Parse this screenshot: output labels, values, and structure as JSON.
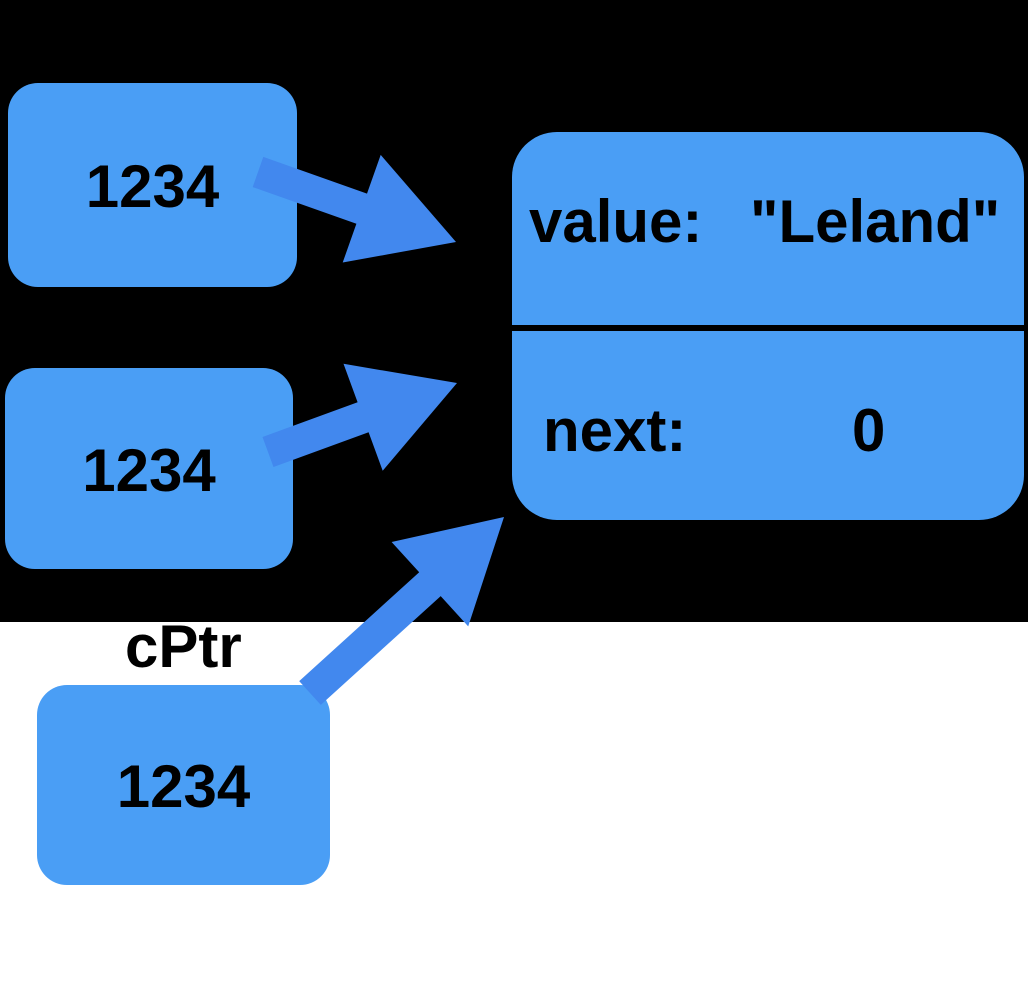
{
  "diagram": {
    "description": "Pointer diagram: three pointer boxes holding address 1234, each pointing to the node at that address; the node stores value \"Leland\" and next 0.",
    "background_top": "#000000",
    "background_bottom": "#ffffff"
  },
  "colors": {
    "box_fill": "#4A9EF5",
    "arrow_fill": "#4288EE",
    "text": "#000000",
    "divider": "#000000"
  },
  "pointer_boxes": [
    {
      "label": "1234"
    },
    {
      "label": "1234"
    },
    {
      "label": "1234",
      "tag": "cPtr"
    }
  ],
  "node_box": {
    "fields": [
      {
        "name": "value:",
        "value": "\"Leland\""
      },
      {
        "name": "next:",
        "value": "0"
      }
    ]
  }
}
